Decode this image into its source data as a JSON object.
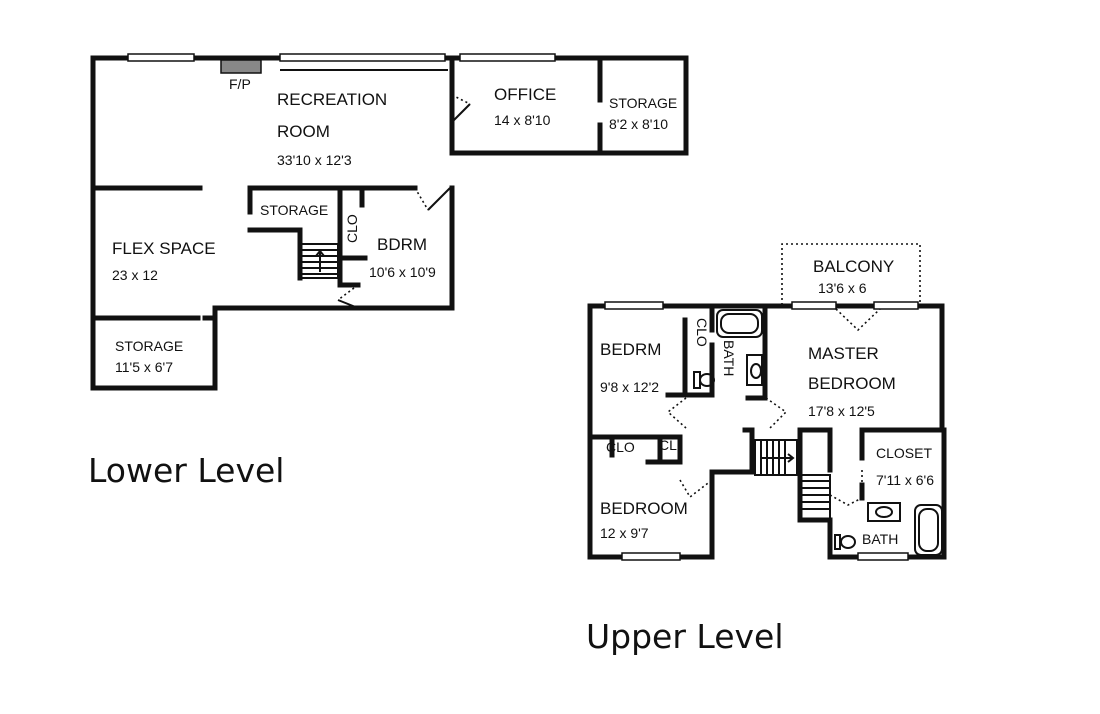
{
  "lower": {
    "title": "Lower Level",
    "fp": "F/P",
    "recreation_name_1": "RECREATION",
    "recreation_name_2": "ROOM",
    "recreation_dim": "33'10 x 12'3",
    "office_name": "OFFICE",
    "office_dim": "14 x 8'10",
    "storage_top_name": "STORAGE",
    "storage_top_dim": "8'2 x 8'10",
    "storage_mid_name": "STORAGE",
    "clo": "CLO",
    "bdrm_name": "BDRM",
    "bdrm_dim": "10'6 x 10'9",
    "flex_name": "FLEX SPACE",
    "flex_dim": "23 x 12",
    "storage_bottom_name": "STORAGE",
    "storage_bottom_dim": "11'5 x 6'7"
  },
  "upper": {
    "title": "Upper Level",
    "balcony_name": "BALCONY",
    "balcony_dim": "13'6 x 6",
    "bedrm_name": "BEDRM",
    "bedrm_dim": "9'8 x 12'2",
    "clo_vertical": "CLO",
    "bath_vertical": "BATH",
    "master_name_1": "MASTER",
    "master_name_2": "BEDROOM",
    "master_dim": "17'8 x 12'5",
    "clo": "CLO",
    "cl": "CL",
    "closet_name": "CLOSET",
    "closet_dim": "7'11 x 6'6",
    "bedroom_name": "BEDROOM",
    "bedroom_dim": "12 x 9'7",
    "bath_name": "BATH"
  }
}
